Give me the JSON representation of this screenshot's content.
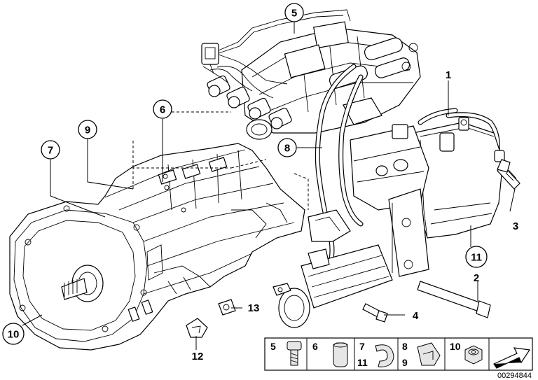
{
  "callouts": [
    {
      "label": "1"
    },
    {
      "label": "2"
    },
    {
      "label": "3"
    },
    {
      "label": "4"
    },
    {
      "label": "5"
    },
    {
      "label": "6"
    },
    {
      "label": "7"
    },
    {
      "label": "8"
    },
    {
      "label": "9"
    },
    {
      "label": "10"
    },
    {
      "label": "11"
    },
    {
      "label": "12"
    },
    {
      "label": "13"
    }
  ],
  "legend": {
    "items": [
      {
        "label": "5"
      },
      {
        "label": "6"
      },
      {
        "label": "7"
      },
      {
        "label": "11"
      },
      {
        "label": "8"
      },
      {
        "label": "9"
      },
      {
        "label": "10"
      }
    ]
  },
  "document_id": "00294844"
}
